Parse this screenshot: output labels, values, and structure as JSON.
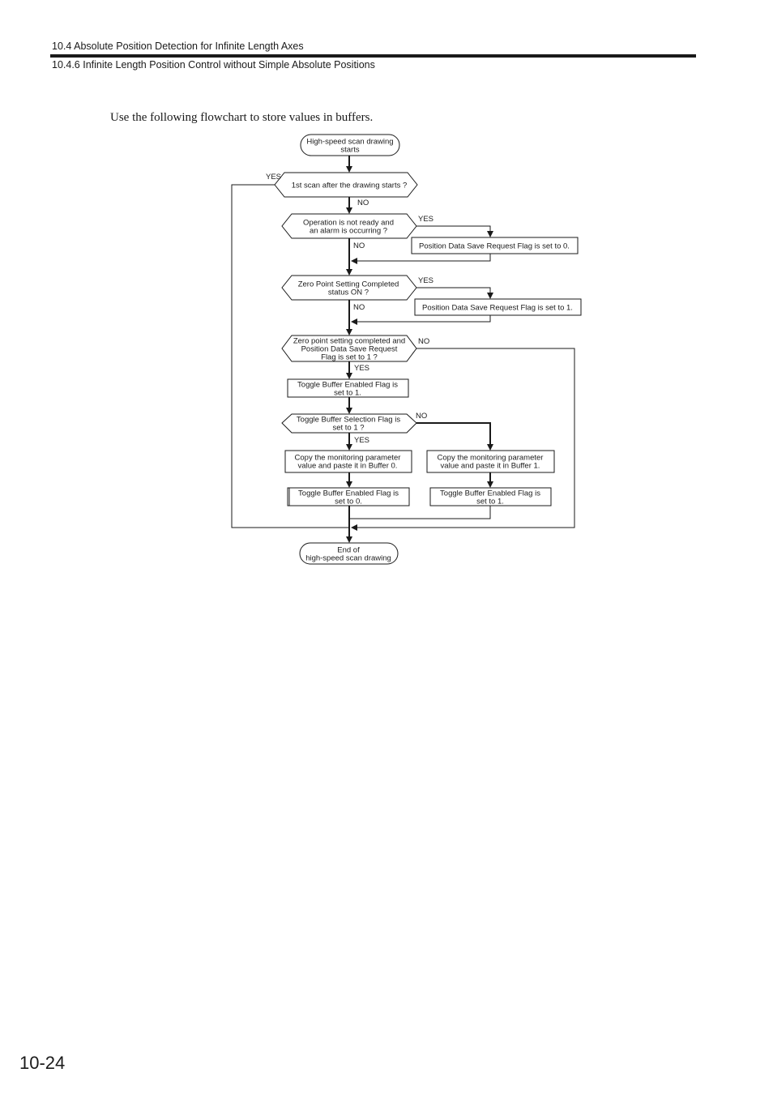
{
  "header": {
    "section": "10.4  Absolute Position Detection for Infinite Length Axes",
    "subsection": "10.4.6  Infinite Length Position Control without Simple Absolute Positions"
  },
  "intro_text": "Use the following flowchart to store values in buffers.",
  "flowchart": {
    "start": [
      "High-speed scan drawing",
      "starts"
    ],
    "decision_first_scan": [
      "1st scan after the drawing starts ?"
    ],
    "decision_not_ready": [
      "Operation is not ready and",
      "an alarm is occurring ?"
    ],
    "process_save_flag_0": [
      "Position Data Save Request Flag is set to 0."
    ],
    "decision_zero_point": [
      "Zero Point Setting Completed",
      "status ON ?"
    ],
    "process_save_flag_1": [
      "Position Data Save Request Flag is set to 1."
    ],
    "decision_zero_and_save": [
      "Zero point setting completed and",
      "Position Data Save Request",
      "Flag is set to 1 ?"
    ],
    "process_toggle_enabled_1_top": [
      "Toggle Buffer Enabled Flag is",
      "set to 1."
    ],
    "decision_toggle_selection": [
      "Toggle Buffer Selection Flag is",
      "set to 1 ?"
    ],
    "process_copy_buffer0": [
      "Copy the monitoring parameter",
      "value and paste it in Buffer 0."
    ],
    "process_copy_buffer1": [
      "Copy the monitoring parameter",
      "value and paste it in Buffer 1."
    ],
    "process_toggle_enabled_0": [
      "Toggle Buffer Enabled Flag is",
      "set to 0."
    ],
    "process_toggle_enabled_1_bottom": [
      "Toggle Buffer Enabled Flag is",
      "set to 1."
    ],
    "end": [
      "End of",
      "high-speed scan drawing"
    ],
    "labels": {
      "yes_first_scan": "YES",
      "no_first_scan": "NO",
      "yes_not_ready": "YES",
      "no_not_ready": "NO",
      "yes_zero_point": "YES",
      "no_zero_point": "NO",
      "no_zero_and_save": "NO",
      "yes_zero_and_save": "YES",
      "no_toggle_selection": "NO",
      "yes_toggle_selection": "YES"
    }
  },
  "page_number": "10-24"
}
